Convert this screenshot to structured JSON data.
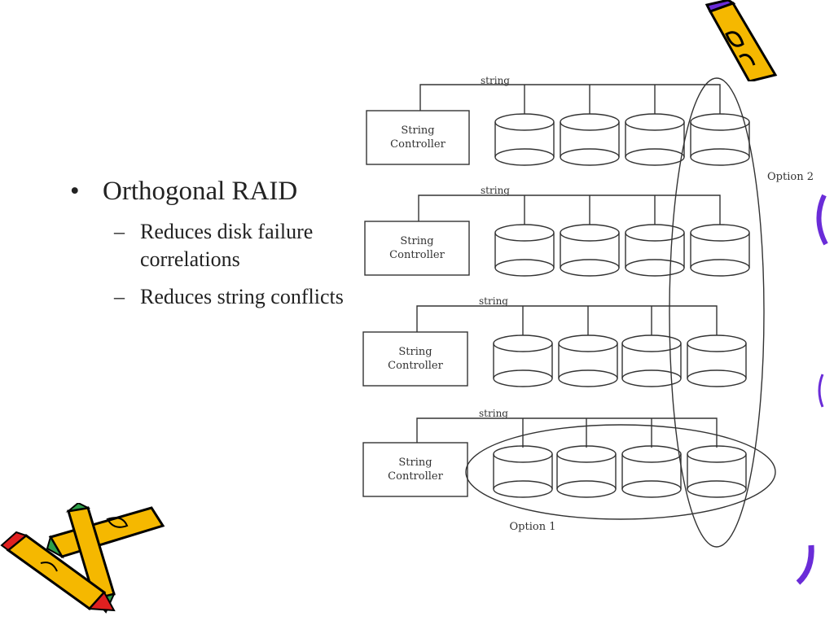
{
  "slide": {
    "bullet": "Orthogonal RAID",
    "sub_bullets": [
      "Reduces disk failure correlations",
      "Reduces string conflicts"
    ]
  },
  "diagram": {
    "rows": [
      {
        "bus_label": "string",
        "controller_label_1": "String",
        "controller_label_2": "Controller"
      },
      {
        "bus_label": "string",
        "controller_label_1": "String",
        "controller_label_2": "Controller"
      },
      {
        "bus_label": "string",
        "controller_label_1": "String",
        "controller_label_2": "Controller"
      },
      {
        "bus_label": "string",
        "controller_label_1": "String",
        "controller_label_2": "Controller"
      }
    ],
    "option1_label": "Option 1",
    "option2_label": "Option 2"
  },
  "colors": {
    "text": "#222222",
    "line": "#333333",
    "pencil_yellow": "#f5b800",
    "pencil_purple": "#6a2cd8"
  },
  "icons": [
    "pencil-clipart-icon",
    "pencils-clipart-icon"
  ]
}
